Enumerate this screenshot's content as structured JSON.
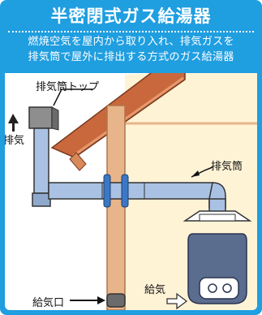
{
  "header": {
    "title": "半密閉式ガス給湯器",
    "subtitle_line1": "燃焼空気を屋内から取り入れ、排気ガスを",
    "subtitle_line2": "排気筒で屋外に排出する方式のガス給湯器"
  },
  "labels": {
    "vent_top": "排気筒トップ",
    "exhaust": "排気",
    "vent_pipe": "排気筒",
    "air_supply": "給気",
    "air_inlet": "給気口"
  },
  "colors": {
    "frame_blue": "#1f9ee0",
    "wall_cream": "#fff3d6",
    "roof": "#c9683c",
    "beam": "#e8b48a",
    "pipe_blue": "#a9c2e3",
    "vent_top_gray": "#8e8e8e",
    "heater_body": "#5b6d8e"
  }
}
